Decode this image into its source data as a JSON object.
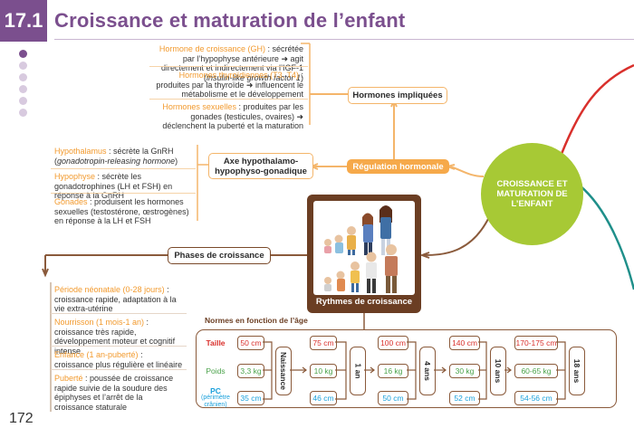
{
  "header": {
    "chapter_number": "17.1",
    "title": "Croissance et maturation de l’enfant"
  },
  "page_number": "172",
  "center": {
    "label": "CROISSANCE ET MATURATION DE L’ENFANT"
  },
  "hormones": {
    "node_label": "Hormones impliquées",
    "items": [
      {
        "term": "Hormone de croissance (GH)",
        "text": " : sécrétée par l’hypophyse antérieure ➜ agit directement et indirectement via l’IGF-1 (",
        "italic": "insulin-like growth factor 1",
        "end": ")"
      },
      {
        "term": "Hormones thyroïdiennes (T3, T4)",
        "text": " : produites par la thyroïde ➜ influencent le métabolisme et le développement"
      },
      {
        "term": "Hormones sexuelles",
        "text": " : produites par les gonades (testicules, ovaires) ➜ déclenchent la puberté et la maturation"
      }
    ]
  },
  "regulation": {
    "node_label": "Régulation hormonale",
    "axis_label": "Axe hypothalamo-hypophyso-gonadique",
    "items": [
      {
        "term": "Hypothalamus",
        "text": " : sécrète la GnRH (",
        "italic": "gonadotropin-releasing hormone",
        "end": ")"
      },
      {
        "term": "Hypophyse",
        "text": " : sécrète les gonadotrophines (LH et FSH) en réponse à la GnRH"
      },
      {
        "term": "Gonades",
        "text": " : produisent les hormones sexuelles (testostérone, œstrogènes) en réponse à la LH et FSH"
      }
    ]
  },
  "phases": {
    "node_label": "Phases de croissance",
    "items": [
      {
        "term": "Période néonatale (0-28 jours)",
        "text": " : croissance rapide, adaptation à la vie extra-utérine"
      },
      {
        "term": "Nourrisson (1 mois-1 an)",
        "text": " : croissance très rapide, développement moteur et cognitif intense"
      },
      {
        "term": "Enfance (1 an-puberté)",
        "text": " : croissance plus régulière et linéaire"
      },
      {
        "term": "Puberté",
        "text": " : poussée de croissance rapide suivie de la soudure des épiphyses et l’arrêt de la croissance staturale"
      }
    ]
  },
  "rhythms": {
    "caption": "Rythmes de croissance"
  },
  "norms": {
    "title": "Normes en fonction de l’âge",
    "rows": [
      {
        "label": "Taille",
        "color": "#d9302c"
      },
      {
        "label": "Poids",
        "color": "#4aa24a"
      },
      {
        "label": "PC",
        "sub": "(périmètre crânien)",
        "color": "#1aa0db"
      }
    ],
    "ages": [
      "Naissance",
      "1 an",
      "4 ans",
      "10 ans",
      "18 ans"
    ],
    "columns": [
      {
        "taille": "50 cm",
        "poids": "3,3 kg",
        "pc": "35 cm"
      },
      {
        "taille": "75 cm",
        "poids": "10 kg",
        "pc": "46 cm"
      },
      {
        "taille": "100 cm",
        "poids": "16 kg",
        "pc": "50 cm"
      },
      {
        "taille": "140 cm",
        "poids": "30 kg",
        "pc": "52 cm"
      },
      {
        "taille": "170-175 cm",
        "poids": "60-65 kg",
        "pc": "54-56 cm"
      }
    ]
  },
  "colors": {
    "purple": "#7b4f8e",
    "orange": "#f29a2e",
    "green": "#a7c935",
    "brown": "#6b3e23",
    "red": "#d9302c",
    "teal": "#1f8f8a"
  }
}
